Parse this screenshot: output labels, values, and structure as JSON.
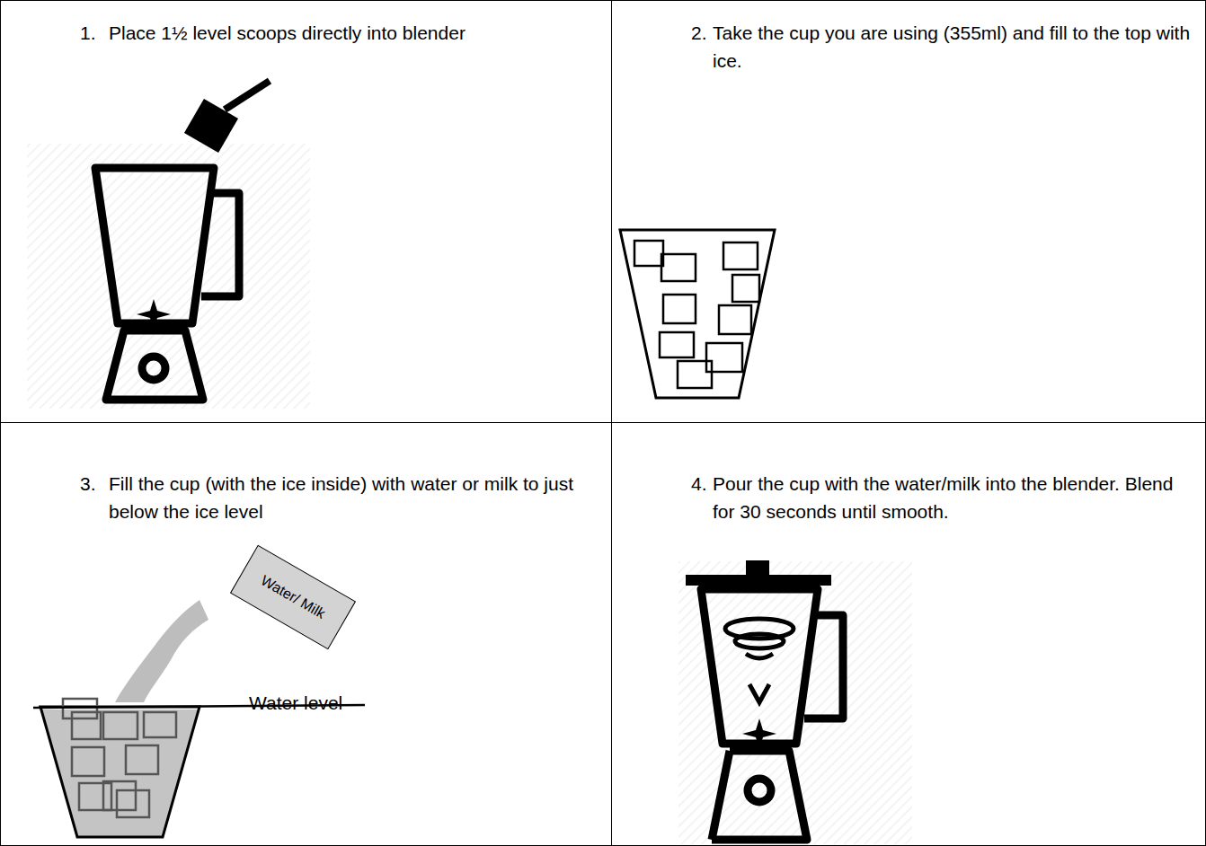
{
  "diagram": {
    "nodes": [
      {
        "text": [
          "1.",
          "Place 1½ level scoops directly into blender"
        ]
      },
      {
        "text": [
          "2.",
          "Take the cup you are using (355ml) and fill to the top with ice."
        ]
      },
      {
        "text": [
          "3.",
          "Fill the cup (with the ice inside) with water or milk to just below the ice level"
        ]
      },
      {
        "text": [
          "Water/ Milk"
        ],
        "in": 2
      },
      {
        "text": [
          "4.",
          "Pour the cup with the water/milk into the blender. Blend for 30 seconds until smooth."
        ]
      }
    ],
    "labels": [
      "Water level"
    ]
  }
}
